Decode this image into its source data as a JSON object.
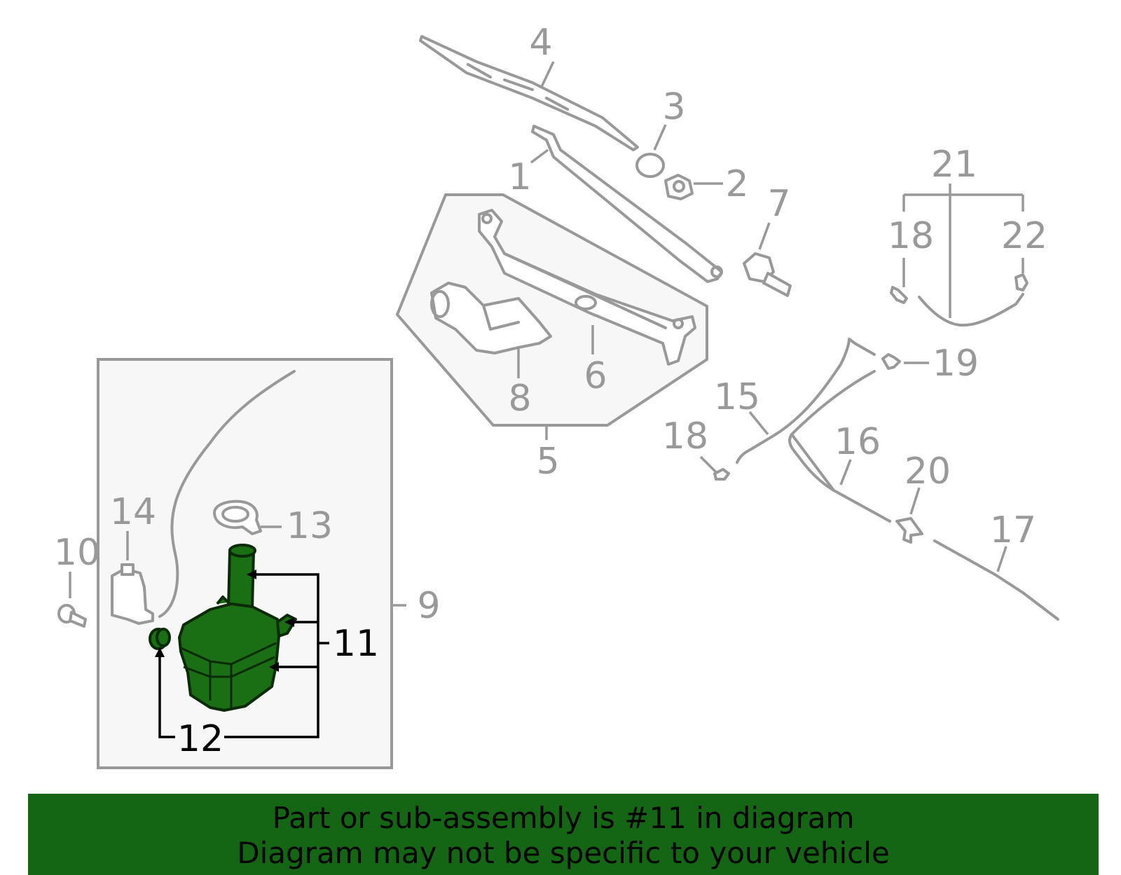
{
  "callouts": {
    "c1": "1",
    "c2": "2",
    "c3": "3",
    "c4": "4",
    "c5": "5",
    "c6": "6",
    "c7": "7",
    "c8": "8",
    "c9": "9",
    "c10": "10",
    "c11": "11",
    "c12": "12",
    "c13": "13",
    "c14": "14",
    "c15": "15",
    "c16": "16",
    "c17": "17",
    "c18a": "18",
    "c18b": "18",
    "c19": "19",
    "c20": "20",
    "c21": "21",
    "c22": "22"
  },
  "highlight": {
    "part": "11",
    "color": "#1a6e14"
  },
  "banner": {
    "line1": "Part or sub-assembly is #11 in diagram",
    "line2": "Diagram may not be specific to your vehicle",
    "color": "#146614"
  }
}
